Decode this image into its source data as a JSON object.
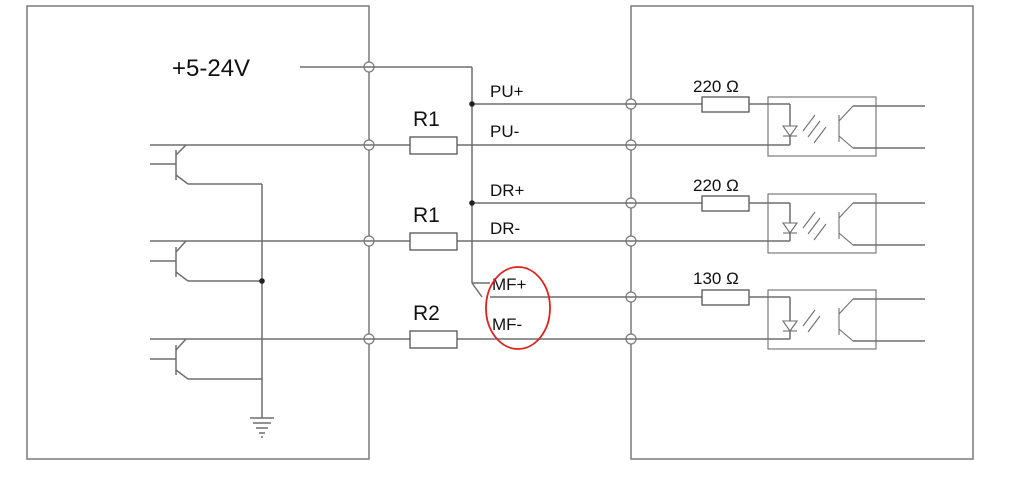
{
  "diagram": {
    "supply_label": "+5-24V",
    "signals": [
      {
        "plus": "PU+",
        "minus": "PU-",
        "controller_resistor": "R1",
        "driver_resistor": "220 Ω"
      },
      {
        "plus": "DR+",
        "minus": "DR-",
        "controller_resistor": "R1",
        "driver_resistor": "220 Ω"
      },
      {
        "plus": "MF+",
        "minus": "MF-",
        "controller_resistor": "R2",
        "driver_resistor": "130 Ω"
      }
    ],
    "highlighted_signal": "MF",
    "colors": {
      "wire": "#6e6e6e",
      "highlight": "#e0201b"
    }
  }
}
